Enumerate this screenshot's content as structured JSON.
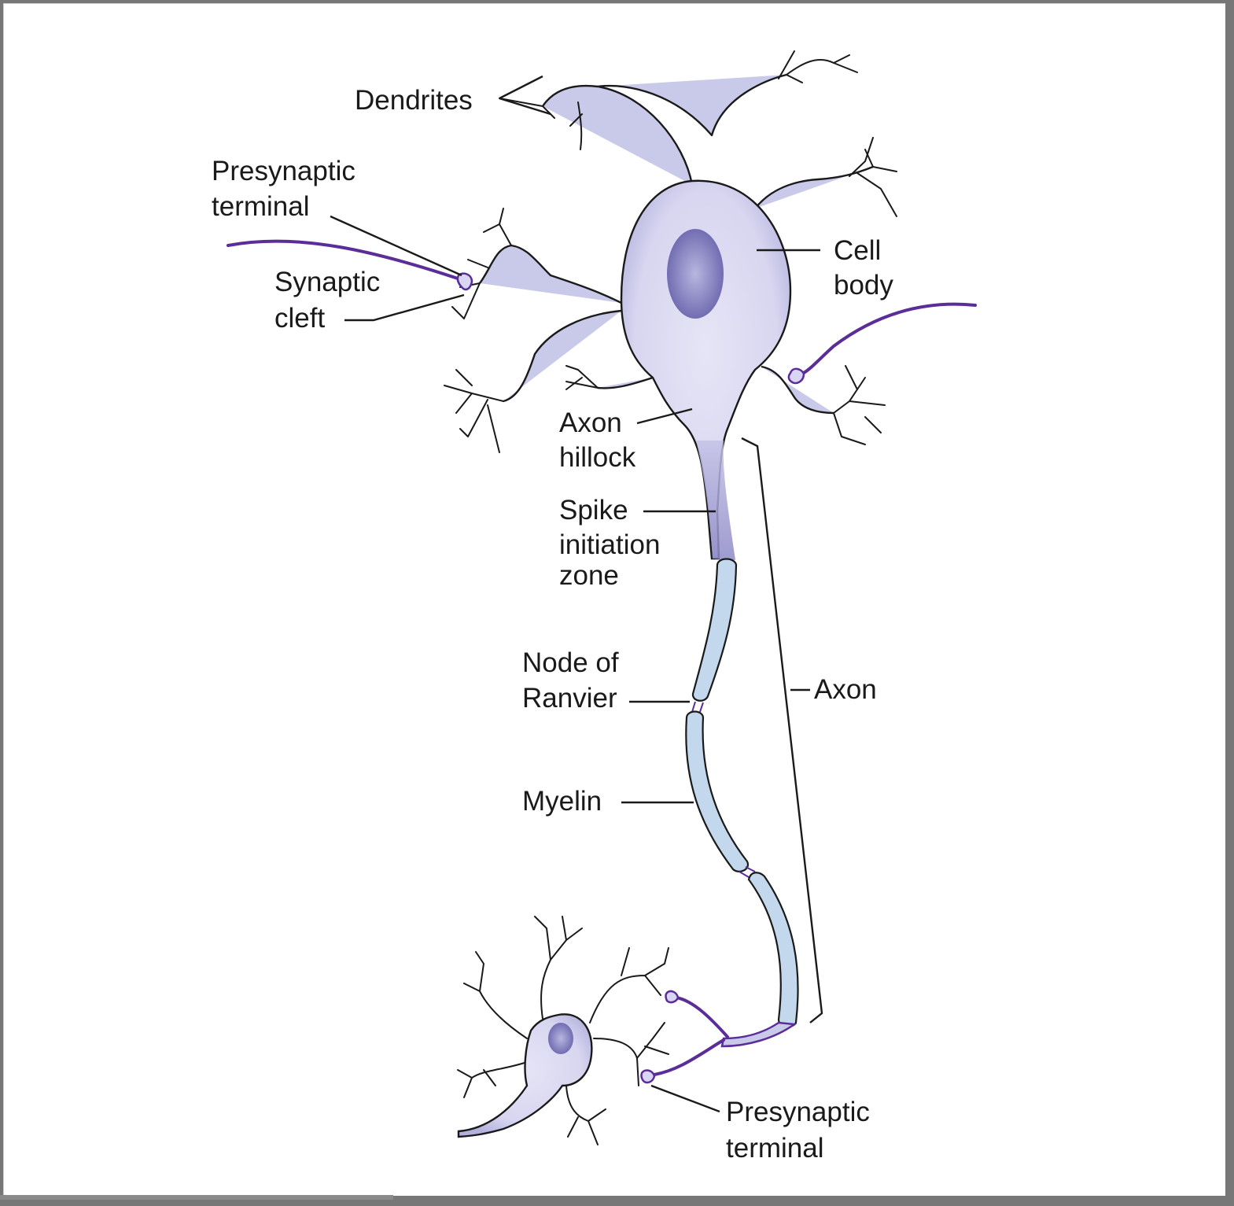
{
  "diagram": {
    "title": "Neuron structure",
    "labels": {
      "dendrites": "Dendrites",
      "presynaptic_top_1": "Presynaptic",
      "presynaptic_top_2": "terminal",
      "synaptic_cleft_1": "Synaptic",
      "synaptic_cleft_2": "cleft",
      "cell_body_1": "Cell",
      "cell_body_2": "body",
      "axon_hillock_1": "Axon",
      "axon_hillock_2": "hillock",
      "spike_1": "Spike",
      "spike_2": "initiation",
      "spike_3": "zone",
      "node_1": "Node of",
      "node_2": "Ranvier",
      "axon": "Axon",
      "myelin": "Myelin",
      "presynaptic_bottom_1": "Presynaptic",
      "presynaptic_bottom_2": "terminal"
    },
    "colors": {
      "soma": "#c9c9ea",
      "nucleus": "#7f7bbd",
      "myelin": "#c3d8ec",
      "presynaptic_axon": "#5b2d99",
      "outline": "#1a1a1a",
      "frame": "#777777"
    }
  }
}
